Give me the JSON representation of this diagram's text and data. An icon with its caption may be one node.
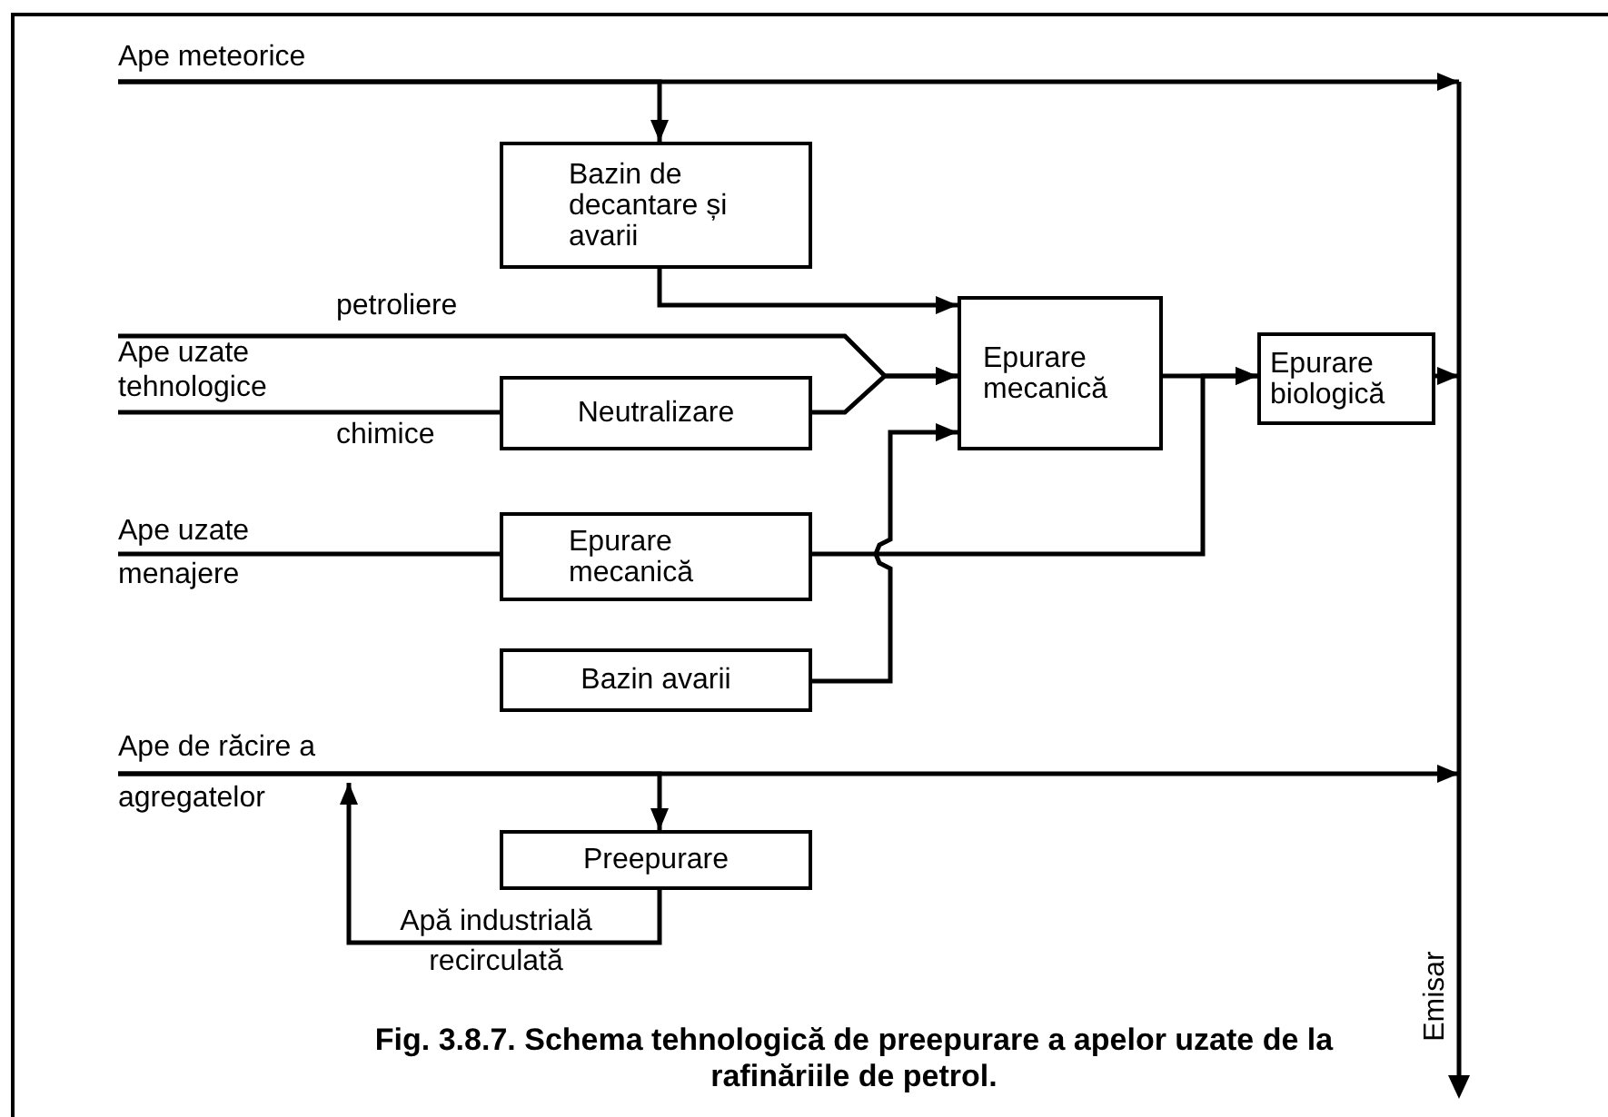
{
  "diagram": {
    "caption": "Fig. 3.8.7. Schema tehnologică de preepurare a apelor uzate de la rafinăriile de petrol.",
    "nodes": [
      {
        "text": [
          "Ape meteorice"
        ]
      },
      {
        "text": [
          "Bazin de decantare și avarii"
        ]
      },
      {
        "text": [
          "Ape uzate tehnologice"
        ]
      },
      {
        "text": [
          "Neutralizare"
        ]
      },
      {
        "text": [
          "Epurare mecanică"
        ]
      },
      {
        "text": [
          "Epurare biologică"
        ]
      },
      {
        "text": [
          "Ape uzate menajere"
        ]
      },
      {
        "text": [
          "Epurare mecanică"
        ]
      },
      {
        "text": [
          "Bazin avarii"
        ]
      },
      {
        "text": [
          "Ape de răcire a agregatelor"
        ]
      },
      {
        "text": [
          "Preepurare"
        ]
      },
      {
        "text": [
          "Emisar"
        ]
      }
    ],
    "edges": [
      {
        "from": 0,
        "to": 11,
        "arrow": "to"
      },
      {
        "from": 0,
        "to": 1,
        "arrow": "to"
      },
      {
        "from": 1,
        "to": 4,
        "arrow": "to"
      },
      {
        "from": 2,
        "to": 4,
        "label": "petroliere",
        "arrow": "to"
      },
      {
        "from": 2,
        "to": 3,
        "label": "chimice",
        "arrow": "none"
      },
      {
        "from": 3,
        "to": 4,
        "arrow": "to"
      },
      {
        "from": 4,
        "to": 5,
        "arrow": "to"
      },
      {
        "from": 5,
        "to": 11,
        "arrow": "to"
      },
      {
        "from": 6,
        "to": 7,
        "arrow": "none"
      },
      {
        "from": 7,
        "to": 5,
        "arrow": "to"
      },
      {
        "from": 8,
        "to": 4,
        "arrow": "to"
      },
      {
        "from": 9,
        "to": 11,
        "arrow": "to"
      },
      {
        "from": 9,
        "to": 10,
        "arrow": "to"
      },
      {
        "from": 10,
        "to": 9,
        "label": "Apă industrială recirculată",
        "arrow": "to"
      }
    ]
  }
}
